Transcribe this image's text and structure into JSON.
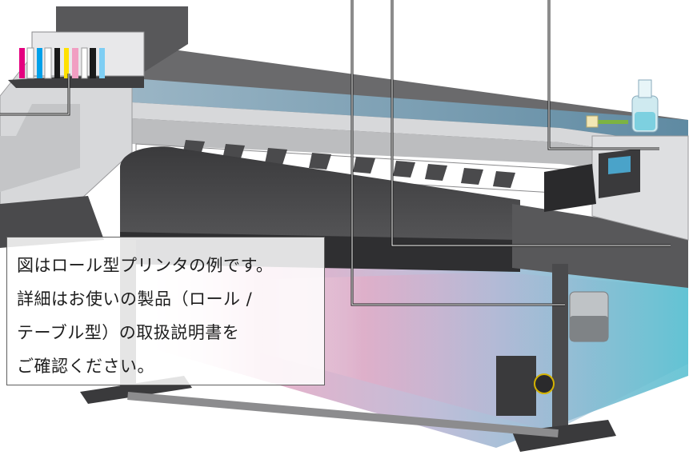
{
  "note": {
    "lines": [
      "図はロール型プリンタの例です。",
      "詳細はお使いの製品（ロール /",
      "テーブル型）の取扱説明書を",
      "ご確認ください。"
    ]
  },
  "colors": {
    "frame_dark": "#4a4a4c",
    "frame_mid": "#6a6a6c",
    "body_light": "#d7d8da",
    "teal_rail": "#6f97ad",
    "callout_line": "#1a1a1a",
    "media_pink": "#e7a9c4",
    "media_cyan": "#5cc1d2",
    "ink_magenta": "#e4007f",
    "ink_cyan": "#00a0e9",
    "ink_yellow": "#ffe100",
    "ink_pink": "#f19ec2",
    "ink_black": "#1a1a1a",
    "ink_lightcyan": "#7ecef4"
  },
  "icons": [
    "ink-cartridge-icon",
    "cleaning-liquid-bottle-icon",
    "cleaning-swab-icon",
    "control-panel-icon",
    "waste-ink-tank-icon"
  ]
}
